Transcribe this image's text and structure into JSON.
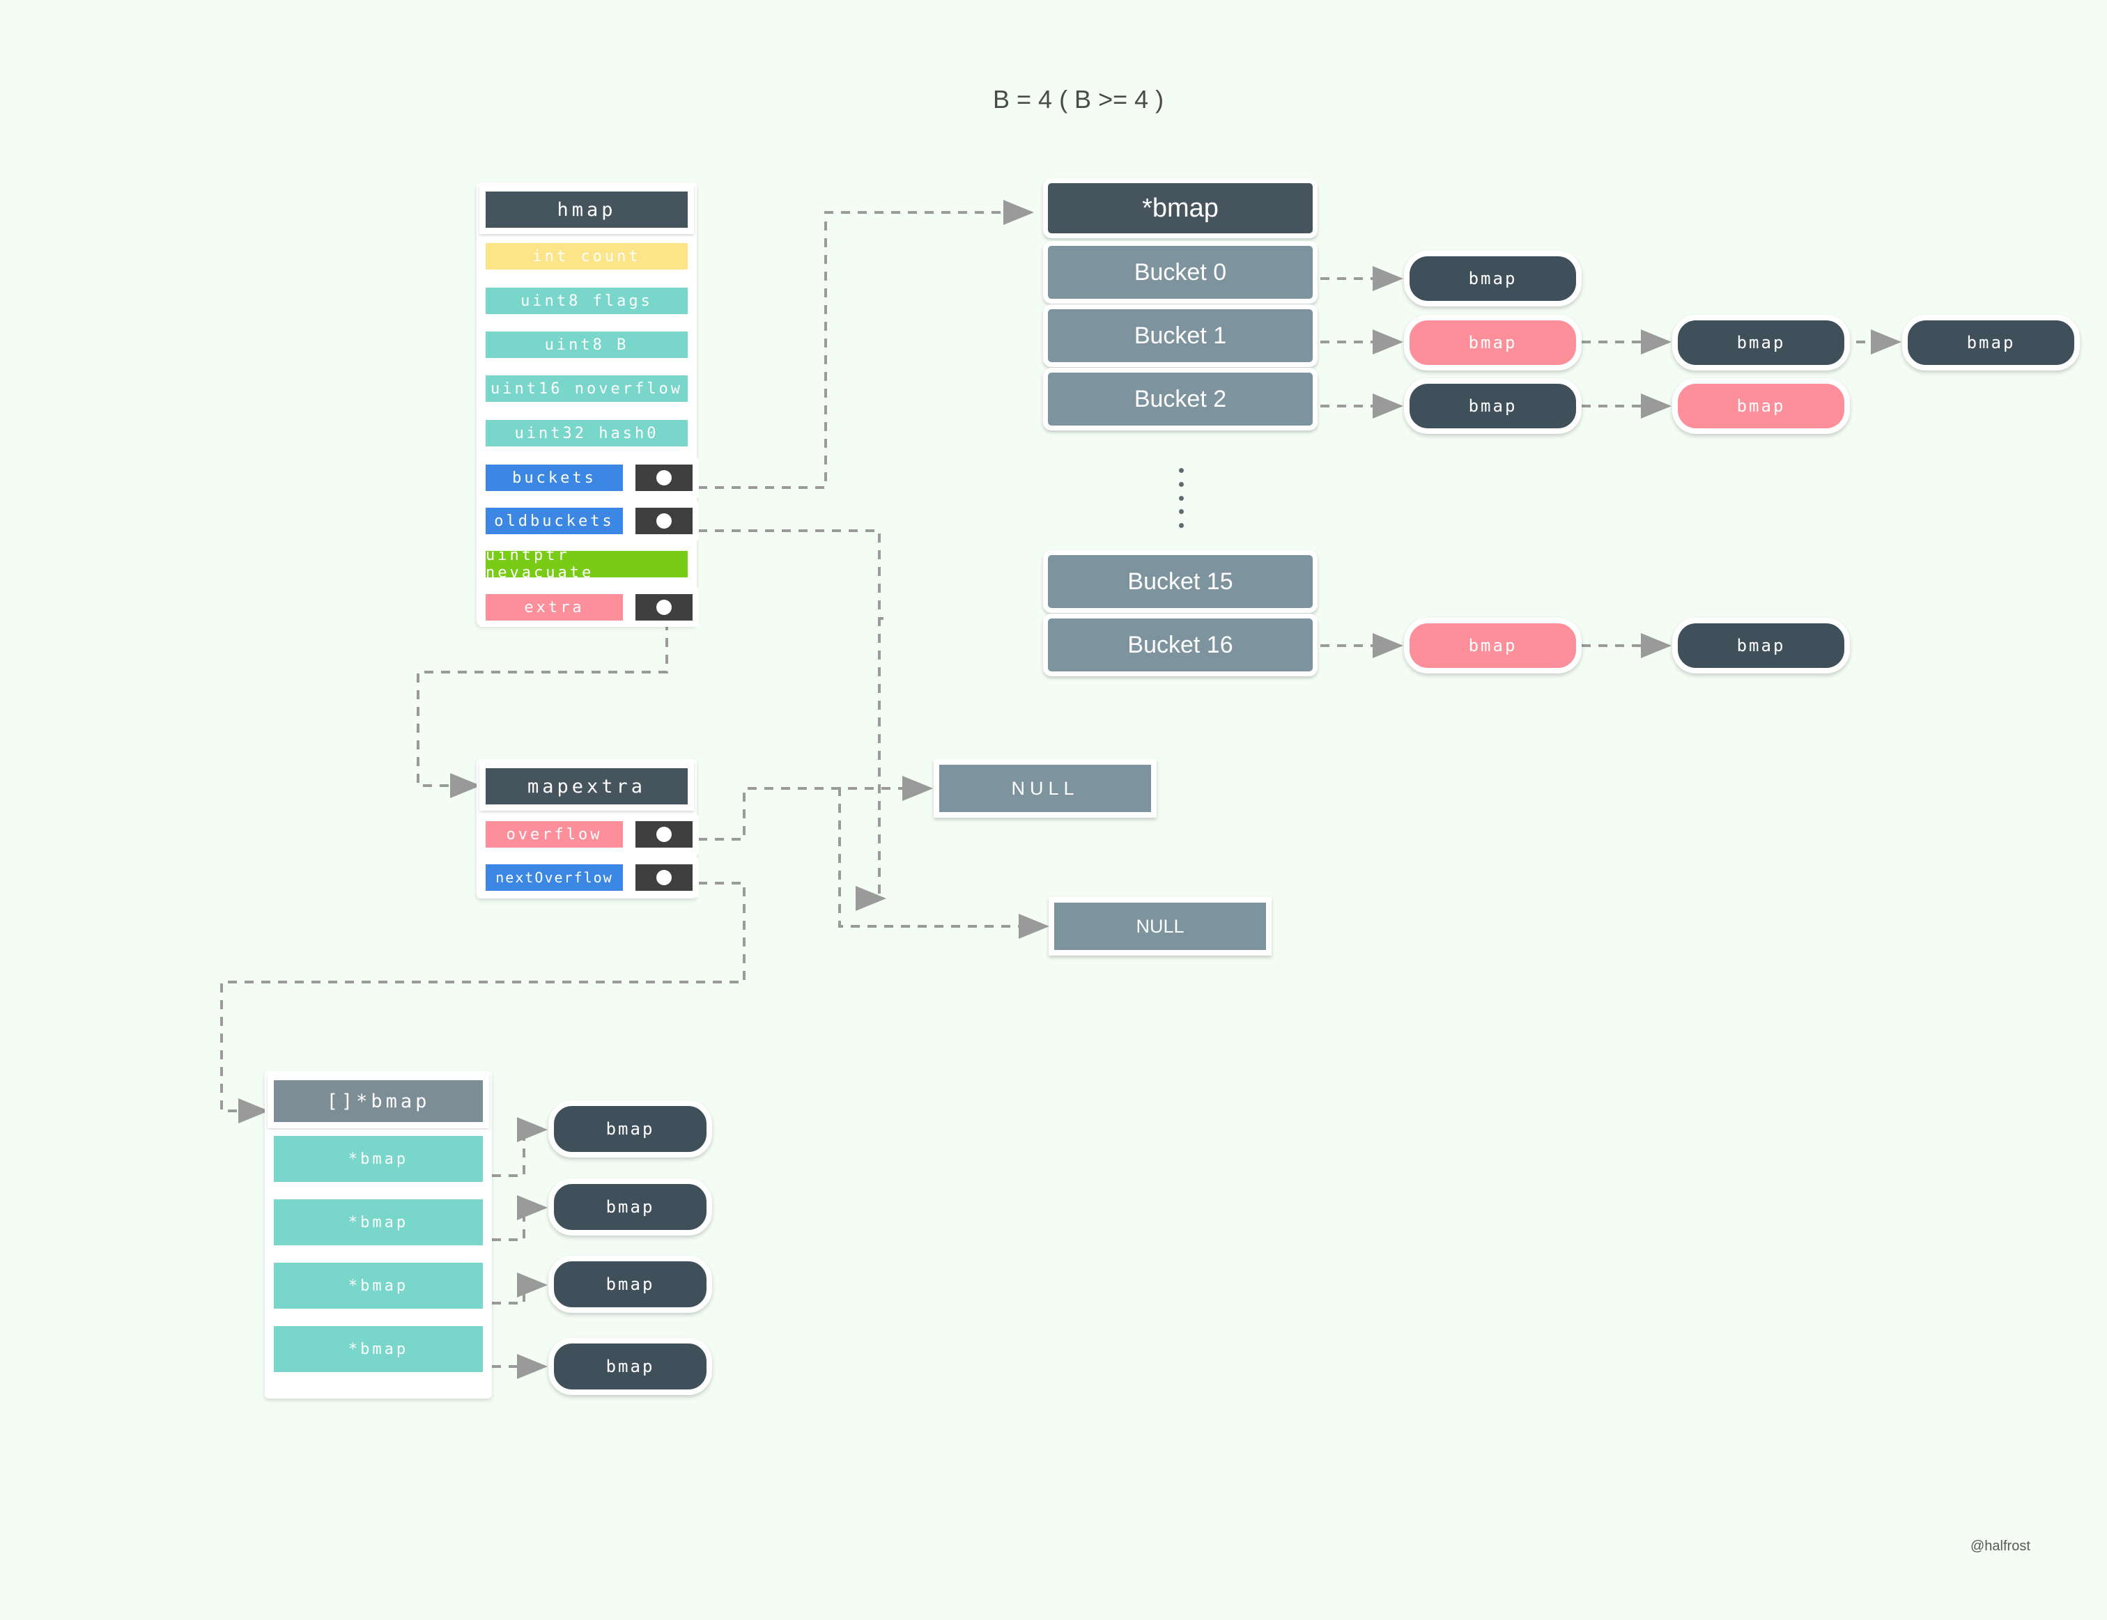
{
  "title": "B = 4 ( B >= 4 )",
  "watermark": "@halfrost",
  "colors": {
    "background": "#f3fdf4",
    "header_dark": "#46545e",
    "header_light": "#7d8d96",
    "yellow": "#fce588",
    "teal": "#79d6cb",
    "blue": "#3d87e4",
    "green": "#79cc16",
    "pink": "#fd8f9b",
    "slate": "#7d939e",
    "pointer_cell": "#3f3f3f",
    "bmap_dark": "#40505b",
    "arrow": "#9a9a9a"
  },
  "hmap": {
    "header": "hmap",
    "fields": [
      {
        "label": "int count",
        "color": "yellow",
        "pointer": false
      },
      {
        "label": "uint8 flags",
        "color": "teal",
        "pointer": false
      },
      {
        "label": "uint8 B",
        "color": "teal",
        "pointer": false
      },
      {
        "label": "uint16 noverflow",
        "color": "teal",
        "pointer": false
      },
      {
        "label": "uint32 hash0",
        "color": "teal",
        "pointer": false
      },
      {
        "label": "buckets",
        "color": "blue",
        "pointer": true
      },
      {
        "label": "oldbuckets",
        "color": "blue",
        "pointer": true
      },
      {
        "label": "uintptr nevacuate",
        "color": "green",
        "pointer": false
      },
      {
        "label": "extra",
        "color": "pink",
        "pointer": true
      }
    ]
  },
  "mapextra": {
    "header": "mapextra",
    "fields": [
      {
        "label": "overflow",
        "color": "pink",
        "pointer": true
      },
      {
        "label": "nextOverflow",
        "color": "blue",
        "pointer": true
      }
    ]
  },
  "buckets_array": {
    "header": "*bmap",
    "slots": [
      {
        "label": "Bucket 0",
        "chain": [
          {
            "label": "bmap",
            "color": "dark"
          }
        ]
      },
      {
        "label": "Bucket 1",
        "chain": [
          {
            "label": "bmap",
            "color": "pink"
          },
          {
            "label": "bmap",
            "color": "dark"
          },
          {
            "label": "bmap",
            "color": "dark"
          }
        ]
      },
      {
        "label": "Bucket 2",
        "chain": [
          {
            "label": "bmap",
            "color": "dark"
          },
          {
            "label": "bmap",
            "color": "pink"
          }
        ]
      }
    ],
    "slots_lower": [
      {
        "label": "Bucket 15",
        "chain": []
      },
      {
        "label": "Bucket 16",
        "chain": [
          {
            "label": "bmap",
            "color": "pink"
          },
          {
            "label": "bmap",
            "color": "dark"
          }
        ]
      }
    ],
    "ellipsis": "⋮"
  },
  "overflow_array": {
    "header": "[]*bmap",
    "slots": [
      {
        "label": "*bmap",
        "target": "bmap"
      },
      {
        "label": "*bmap",
        "target": "bmap"
      },
      {
        "label": "*bmap",
        "target": "bmap"
      },
      {
        "label": "*bmap",
        "target": "bmap"
      }
    ],
    "targets": [
      "bmap",
      "bmap",
      "bmap",
      "bmap"
    ]
  },
  "null_nodes": [
    {
      "label": "NULL",
      "spaced": true
    },
    {
      "label": "NULL",
      "spaced": false
    }
  ]
}
